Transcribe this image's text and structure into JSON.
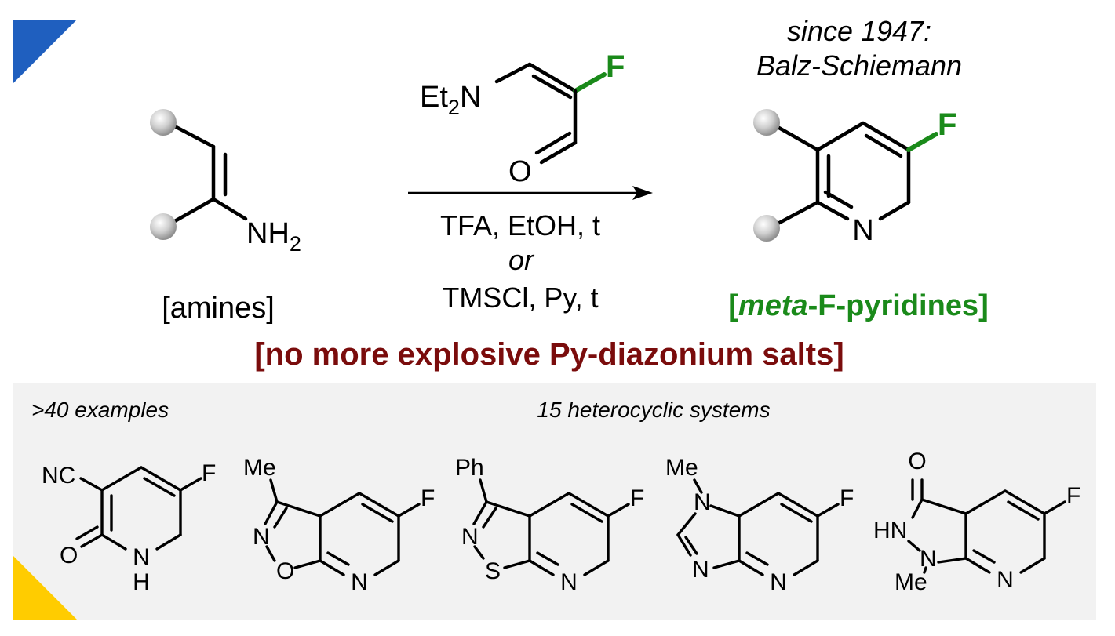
{
  "reagent": {
    "amine_label": "Et",
    "amine_sub": "2",
    "amine_n": "N",
    "oxygen": "O",
    "fluorine": "F"
  },
  "reactant": {
    "nh": "NH",
    "nh_sub": "2",
    "caption": "[amines]"
  },
  "conditions": {
    "line1": "TFA, EtOH, t",
    "or": "or",
    "line2": "TMSCl, Py, t"
  },
  "product": {
    "history_line1": "since 1947:",
    "history_line2": "Balz-Schiemann",
    "fluorine": "F",
    "nitrogen": "N",
    "caption_open": "[",
    "caption_meta": "meta",
    "caption_rest": "-F-pyridines]"
  },
  "highlight": "[no more explosive Py-diazonium salts]",
  "examples_panel": {
    "count_label": ">40 examples",
    "systems_label": "15 heterocyclic systems",
    "ex1": {
      "nc": "NC",
      "f": "F",
      "o": "O",
      "n": "N",
      "h": "H"
    },
    "ex2": {
      "me": "Me",
      "n": "N",
      "o": "O",
      "n2": "N",
      "f": "F"
    },
    "ex3": {
      "ph": "Ph",
      "n": "N",
      "s": "S",
      "n2": "N",
      "f": "F"
    },
    "ex4": {
      "me": "Me",
      "n": "N",
      "n3": "N",
      "n2": "N",
      "f": "F"
    },
    "ex5": {
      "o": "O",
      "hn": "HN",
      "n": "N",
      "me": "Me",
      "n2": "N",
      "f": "F"
    }
  },
  "colors": {
    "fluorine_green": "#1a8a1a",
    "highlight_red": "#7a0c0c",
    "or_gray": "#8c8c8c",
    "panel_bg": "#f2f2f2",
    "corner_blue": "#1f5fbf",
    "corner_yellow": "#ffcc00",
    "substituent_ball": "#b9b9b9"
  }
}
